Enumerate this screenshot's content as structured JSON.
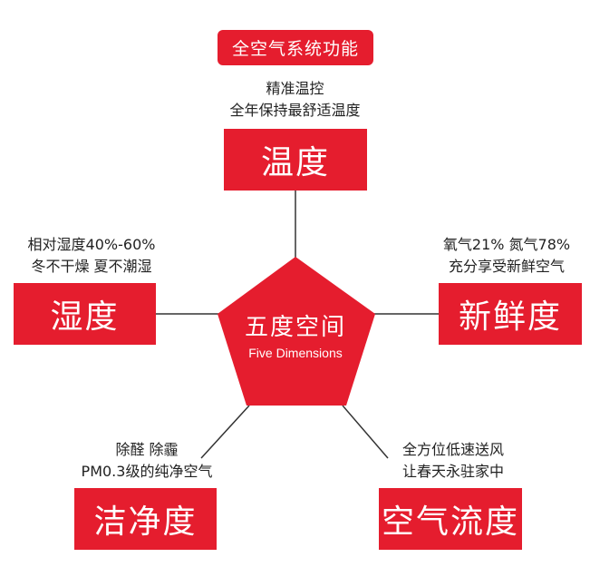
{
  "title": "全空气系统功能",
  "center": {
    "title": "五度空间",
    "subtitle": "Five Dimensions"
  },
  "nodes": {
    "temperature": {
      "label": "温度",
      "lines": [
        "精准温控",
        "全年保持最舒适温度"
      ]
    },
    "humidity": {
      "label": "湿度",
      "lines": [
        "相对湿度40%-60%",
        "冬不干燥 夏不潮湿"
      ]
    },
    "freshness": {
      "label": "新鲜度",
      "lines": [
        "氧气21% 氮气78%",
        "充分享受新鲜空气"
      ]
    },
    "cleanliness": {
      "label": "洁净度",
      "lines": [
        "除醛 除霾",
        "PM0.3级的纯净空气"
      ]
    },
    "airflow": {
      "label": "空气流度",
      "lines": [
        "全方位低速送风",
        "让春天永驻家中"
      ]
    }
  },
  "colors": {
    "accent": "#e51d2e",
    "line": "#333333"
  }
}
